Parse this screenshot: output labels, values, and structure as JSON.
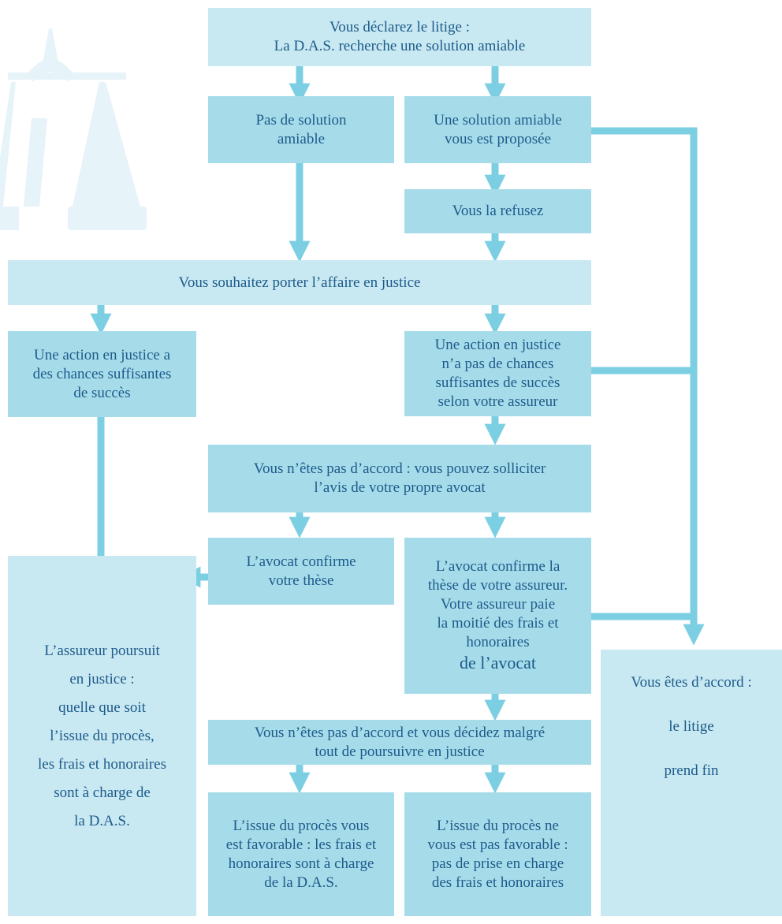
{
  "colors": {
    "text": "#1e5a8a",
    "arrow": "#7ccfe3",
    "box_light": "#c8e9f2",
    "box_mid": "#a6dcea",
    "watermark": "#e6f3f8"
  },
  "decoration": {
    "icon": "scales-of-justice-icon"
  },
  "boxes": {
    "declare": [
      "Vous déclarez le litige :",
      "La D.A.S. recherche une solution amiable"
    ],
    "no_solution": [
      "Pas de solution",
      "amiable"
    ],
    "solution_proposed": [
      "Une solution amiable",
      "vous est proposée"
    ],
    "refuse": [
      "Vous la refusez"
    ],
    "court": [
      "Vous souhaitez porter l’affaire en justice"
    ],
    "action_chances": [
      "Une action en justice a",
      "des chances suffisantes",
      "de succès"
    ],
    "action_no_chances": [
      "Une action en justice",
      "n’a pas  de chances",
      "suffisantes de succès",
      "selon votre assureur"
    ],
    "disagree": [
      "Vous n’êtes pas d’accord : vous pouvez solliciter",
      "l’avis de votre propre avocat"
    ],
    "lawyer_confirms_you": [
      "L’avocat confirme",
      "votre thèse"
    ],
    "lawyer_confirms_insurer": [
      "L’avocat confirme la",
      "thèse de votre assureur.",
      "Votre assureur paie",
      "la moitié des frais et",
      "honoraires",
      "de l’avocat"
    ],
    "insurer_pursues": [
      "L’assureur poursuit",
      "en justice :",
      "quelle que soit",
      "l’issue du procès,",
      "les frais et honoraires",
      "sont à charge de",
      "la D.A.S."
    ],
    "agree": [
      "Vous êtes d’accord :",
      "le litige",
      "prend fin"
    ],
    "disagree_pursue": [
      "Vous n’êtes pas d’accord et vous décidez malgré",
      "tout de poursuivre en justice"
    ],
    "favorable": [
      "L’issue du procès vous",
      "est favorable : les frais et",
      "honoraires sont à charge",
      "de la D.A.S."
    ],
    "unfavorable": [
      "L’issue du procès ne",
      "vous est pas favorable :",
      "pas de prise en charge",
      "des frais et honoraires"
    ]
  }
}
